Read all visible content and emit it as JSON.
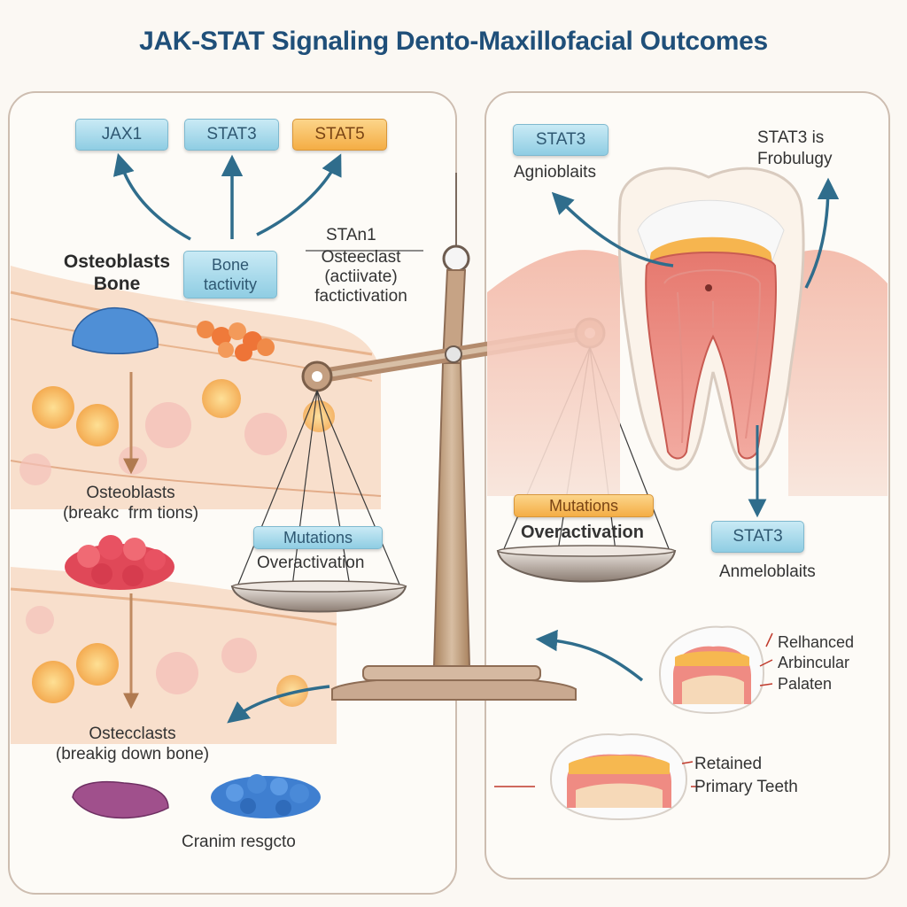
{
  "title": "JAK-STAT Signaling Dento-Maxillofacial Outcomes",
  "left_panel": {
    "pills": {
      "jak1": "JAX1",
      "stat3": "STAT3",
      "stat5": "STAT5",
      "bone_activity": "Bone\ntactivity"
    },
    "osteoblasts_bone": "Osteoblasts\nBone",
    "osteoblasts_breakdown": "Osteoblasts\n(breakc  frm tions)",
    "osteoclasts_bone": "Ostecclasts\n(breakig down bone)",
    "cranial": "Cranim resgcto"
  },
  "center": {
    "stat1_label": "STAn1",
    "osteoclast_label": "Osteeclast\n(actiivate)\nfactictivation",
    "left_pan": {
      "pill": "Mutations",
      "label": "Overactivation"
    },
    "right_pan": {
      "pill": "Mutations",
      "label": "Overactivation"
    }
  },
  "right_panel": {
    "pills": {
      "stat3_top": "STAT3",
      "stat3_bottom": "STAT3"
    },
    "angioblasts": "Agnioblaits",
    "stat3_note": "STAT3 is\nFrobulugy",
    "ameloblasts": "Anmeloblaits",
    "enhanced": "Relhanced\nArbincular\nPalaten",
    "retained": "Retained\nPrimary Teeth"
  },
  "colors": {
    "title": "#1f4f79",
    "arrow": "#2f6d8c",
    "pill_blue": "#9fd4e6",
    "pill_orange": "#f4b04c",
    "scale": "#b89478"
  }
}
